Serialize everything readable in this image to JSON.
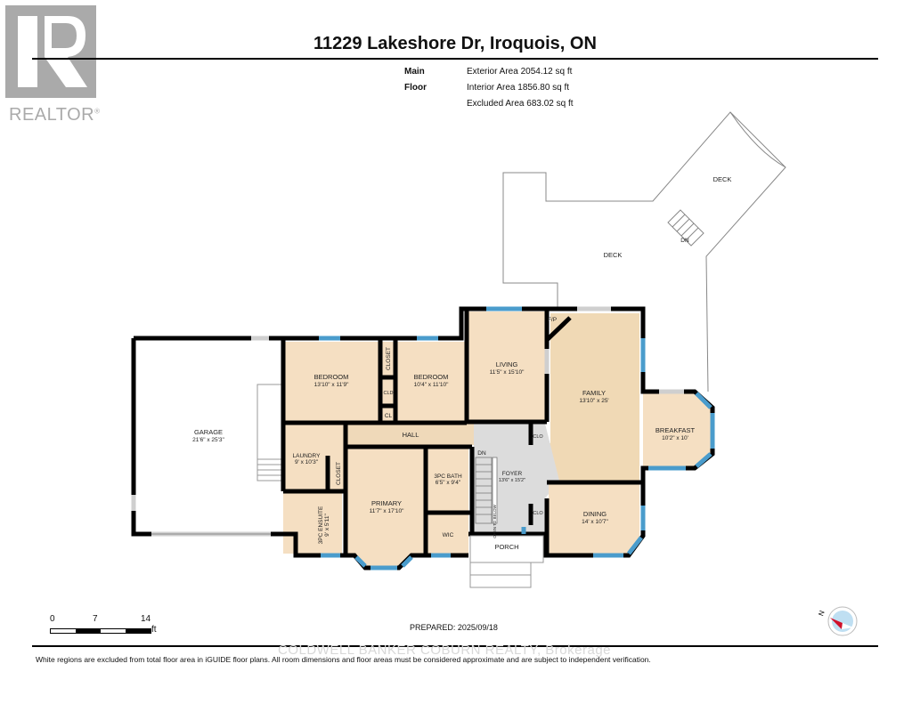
{
  "logo": {
    "text": "REALTOR",
    "mark": "®"
  },
  "header": {
    "title": "11229 Lakeshore Dr, Iroquois, ON",
    "floor_label": "Main Floor",
    "exterior_area": "Exterior Area 2054.12 sq ft",
    "interior_area": "Interior Area 1856.80 sq ft",
    "excluded_area": "Excluded Area 683.02 sq ft"
  },
  "rooms": {
    "garage": {
      "name": "GARAGE",
      "dim": "21'6\" x 25'3\""
    },
    "bedroom1": {
      "name": "BEDROOM",
      "dim": "13'10\" x 11'9\""
    },
    "closet1": {
      "name": "CLOSET"
    },
    "cld": {
      "name": "CLD"
    },
    "cl": {
      "name": "CL"
    },
    "bedroom2": {
      "name": "BEDROOM",
      "dim": "10'4\" x 11'10\""
    },
    "living": {
      "name": "LIVING",
      "dim": "11'5\" x 15'10\""
    },
    "fp": {
      "name": "F/P"
    },
    "family": {
      "name": "FAMILY",
      "dim": "13'10\" x 25'"
    },
    "breakfast": {
      "name": "BREAKFAST",
      "dim": "10'2\" x 10'"
    },
    "hall": {
      "name": "HALL"
    },
    "laundry": {
      "name": "LAUNDRY",
      "dim": "9' x 10'3\""
    },
    "closet2": {
      "name": "CLOSET"
    },
    "ensuite": {
      "name": "3PC ENSUITE",
      "dim": "9' x 5'11\""
    },
    "primary": {
      "name": "PRIMARY",
      "dim": "11'7\" x 17'10\""
    },
    "bath": {
      "name": "3PC BATH",
      "dim": "6'5\" x 9'4\""
    },
    "wic": {
      "name": "WIC"
    },
    "foyer": {
      "name": "FOYER",
      "dim": "13'6\" x 15'2\""
    },
    "dn": {
      "name": "DN"
    },
    "open_below": {
      "name": "OPEN TO BELOW"
    },
    "clo1": {
      "name": "CLO"
    },
    "clo2": {
      "name": "CLO"
    },
    "dining": {
      "name": "DINING",
      "dim": "14' x 10'7\""
    },
    "porch": {
      "name": "PORCH"
    },
    "deck1": {
      "name": "DECK"
    },
    "deck2": {
      "name": "DECK"
    },
    "deck_dn": {
      "name": "DN"
    }
  },
  "colors": {
    "room_fill": "#f5dfc2",
    "foyer_fill": "#dcdcdc",
    "wall": "#000000",
    "window": "#4a9ccc",
    "compass_red": "#d0102a",
    "compass_blue": "#bfdff2"
  },
  "scale_bar": {
    "ticks": [
      "0",
      "7",
      "14"
    ],
    "unit": "ft"
  },
  "prepared": "PREPARED: 2025/09/18",
  "compass": {
    "label": "N"
  },
  "watermark": "COLDWELL BANKER COBURN REALTY, Brokerage",
  "footer": "White regions are excluded from total floor area in iGUIDE floor plans. All room dimensions and floor areas must be considered approximate and are subject to independent verification."
}
